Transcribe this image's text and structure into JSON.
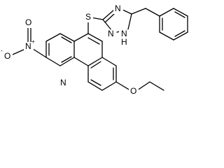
{
  "structure": {
    "atoms": {
      "nitro_o_top": "O",
      "nitro_n": "N",
      "nitro_n_charge": "+",
      "nitro_o_left": "O",
      "nitro_o_left_charge": "-",
      "acridine_n": "N",
      "thioether_s": "S",
      "triazole_n_top": "N",
      "triazole_n_left": "N",
      "triazole_nh": "N",
      "triazole_nh_h": "H",
      "ether_o": "O"
    }
  }
}
